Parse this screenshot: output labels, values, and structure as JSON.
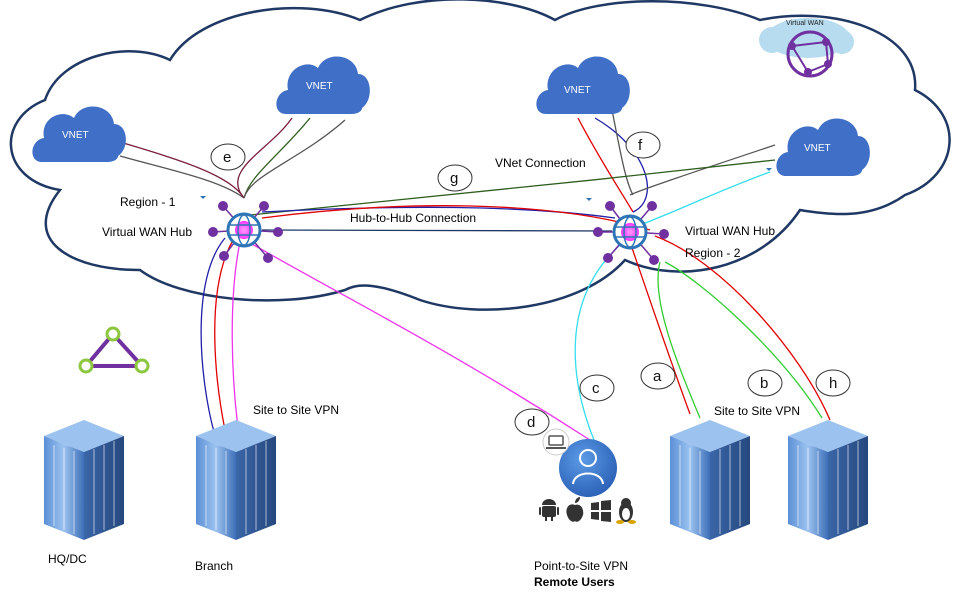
{
  "logo": {
    "label": "Virtual WAN",
    "icon": "virtual-wan-logo-icon"
  },
  "vnets": [
    {
      "id": "vnet-1",
      "label": "VNET"
    },
    {
      "id": "vnet-2",
      "label": "VNET"
    },
    {
      "id": "vnet-3",
      "label": "VNET"
    },
    {
      "id": "vnet-4",
      "label": "VNET"
    }
  ],
  "hubs": {
    "hub1": {
      "label": "Virtual WAN Hub",
      "region": "Region - 1"
    },
    "hub2": {
      "label": "Virtual WAN Hub",
      "region": "Region - 2"
    }
  },
  "connections": {
    "hub_to_hub": "Hub-to-Hub Connection",
    "vnet": "VNet Connection",
    "s2s_left": "Site to Site VPN",
    "s2s_right": "Site to Site VPN"
  },
  "sites": {
    "hq": "HQ/DC",
    "branch": "Branch"
  },
  "p2s": {
    "title": "Point-to-Site VPN",
    "subtitle": "Remote Users",
    "os_icons": [
      "android-icon",
      "apple-icon",
      "windows-icon",
      "linux-icon"
    ]
  },
  "markers": [
    "a",
    "b",
    "c",
    "d",
    "e",
    "f",
    "g",
    "h"
  ],
  "colors": {
    "vnet_blue": "#3F6FC6",
    "cloud_stroke": "#1F3864",
    "hub_purple": "#7030A0",
    "hub_pink": "#FF66FF",
    "red": "#E00000",
    "green": "#33CC33",
    "cyan": "#33DDEE",
    "magenta": "#EE33EE",
    "navy": "#1F1FAA",
    "dark_green": "#2E5E1E",
    "maroon": "#7A1F3D",
    "gray": "#555555"
  }
}
